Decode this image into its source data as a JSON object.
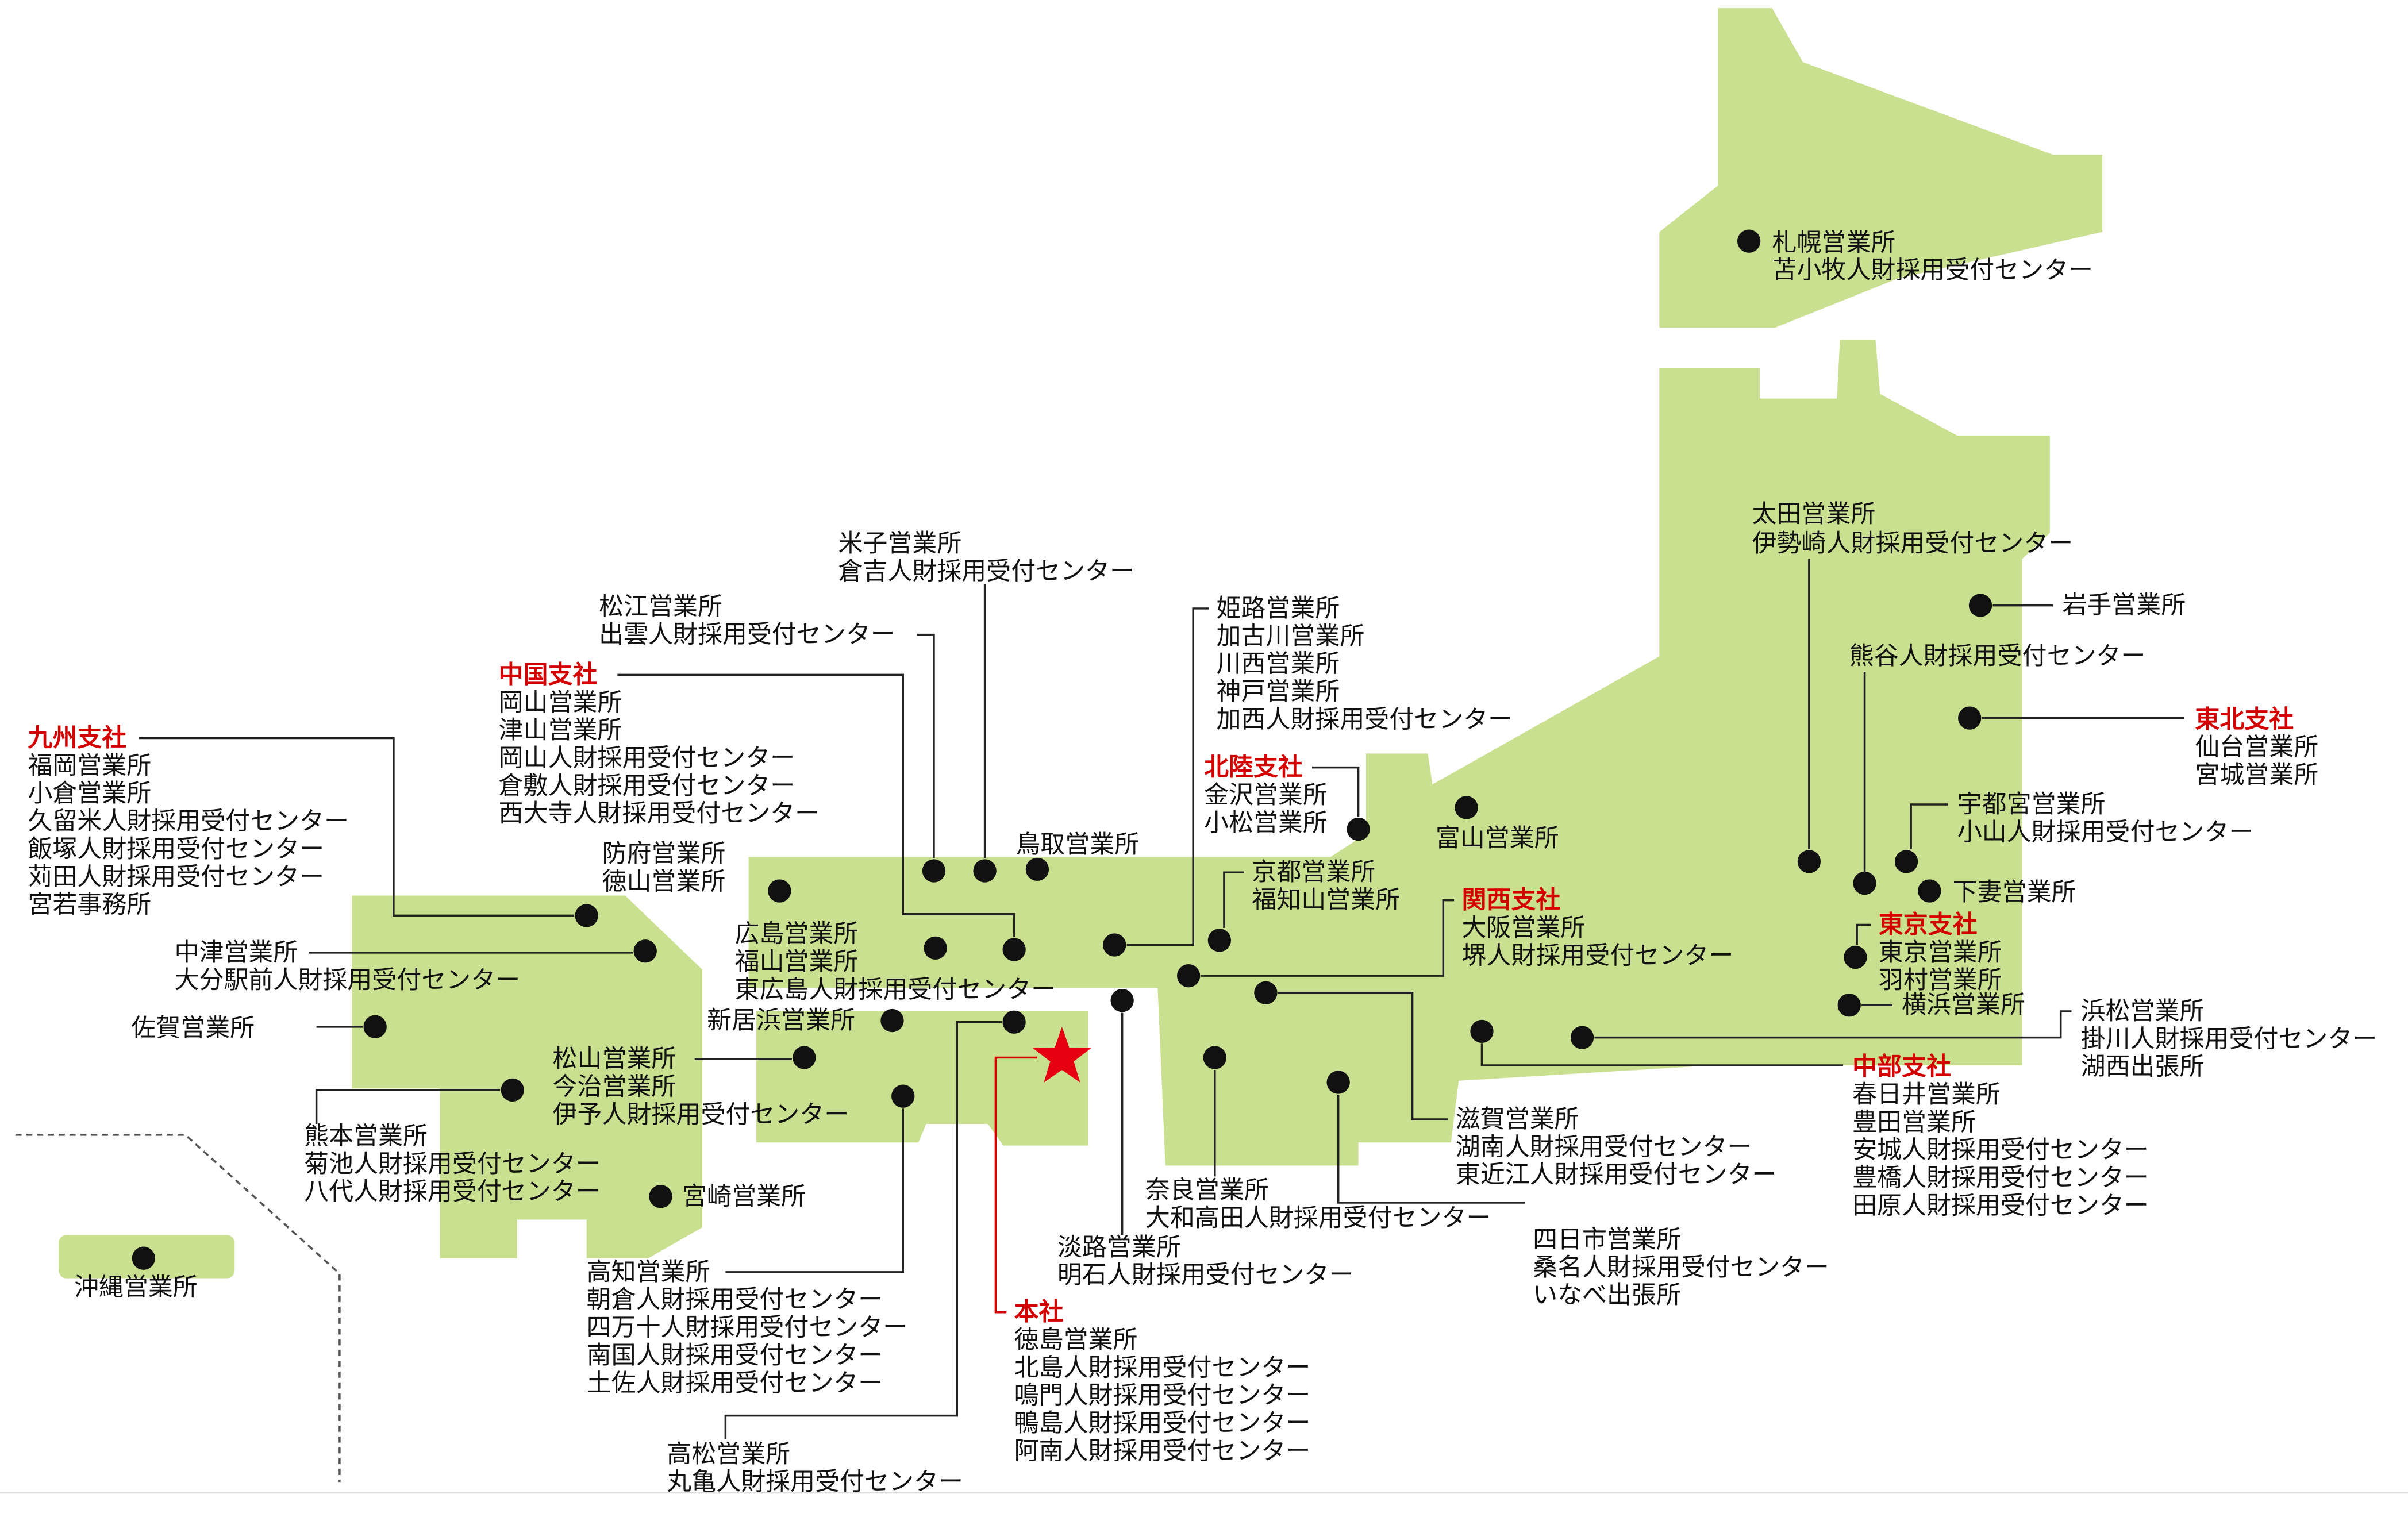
{
  "colors": {
    "land": "#c8e090",
    "marker": "#111111",
    "leader_line": "#222222",
    "text": "#111111",
    "branch_label": "#d40000",
    "head_office_star": "#e60012",
    "okinawa_divider": "#555555",
    "baseline": "#dddddd"
  },
  "groups": [
    {
      "offices": [
        "札幌営業所",
        "苫小牧人財採用受付センター"
      ]
    },
    {
      "offices": [
        "太田営業所",
        "伊勢崎人財採用受付センター"
      ]
    },
    {
      "offices": [
        "岩手営業所"
      ]
    },
    {
      "offices": [
        "熊谷人財採用受付センター"
      ]
    },
    {
      "branch": "東北支社",
      "offices": [
        "仙台営業所",
        "宮城営業所"
      ]
    },
    {
      "offices": [
        "宇都宮営業所",
        "小山人財採用受付センター"
      ]
    },
    {
      "offices": [
        "下妻営業所"
      ]
    },
    {
      "branch": "東京支社",
      "offices": [
        "東京営業所",
        "羽村営業所"
      ]
    },
    {
      "offices": [
        "横浜営業所"
      ]
    },
    {
      "offices": [
        "浜松営業所",
        "掛川人財採用受付センター",
        "湖西出張所"
      ]
    },
    {
      "branch": "中部支社",
      "offices": [
        "春日井営業所",
        "豊田営業所",
        "安城人財採用受付センター",
        "豊橋人財採用受付センター",
        "田原人財採用受付センター"
      ]
    },
    {
      "offices": [
        "富山営業所"
      ]
    },
    {
      "branch": "北陸支社",
      "offices": [
        "金沢営業所",
        "小松営業所"
      ]
    },
    {
      "offices": [
        "姫路営業所",
        "加古川営業所",
        "川西営業所",
        "神戸営業所",
        "加西人財採用受付センター"
      ]
    },
    {
      "offices": [
        "米子営業所",
        "倉吉人財採用受付センター"
      ]
    },
    {
      "offices": [
        "松江営業所",
        "出雲人財採用受付センター"
      ]
    },
    {
      "branch": "中国支社",
      "offices": [
        "岡山営業所",
        "津山営業所",
        "岡山人財採用受付センター",
        "倉敷人財採用受付センター",
        "西大寺人財採用受付センター"
      ]
    },
    {
      "branch": "九州支社",
      "offices": [
        "福岡営業所",
        "小倉営業所",
        "久留米人財採用受付センター",
        "飯塚人財採用受付センター",
        "苅田人財採用受付センター",
        "宮若事務所"
      ]
    },
    {
      "offices": [
        "中津営業所",
        "大分駅前人財採用受付センター"
      ]
    },
    {
      "offices": [
        "佐賀営業所"
      ]
    },
    {
      "offices": [
        "防府営業所",
        "徳山営業所"
      ]
    },
    {
      "offices": [
        "鳥取営業所"
      ]
    },
    {
      "offices": [
        "広島営業所",
        "福山営業所",
        "東広島人財採用受付センター"
      ]
    },
    {
      "offices": [
        "京都営業所",
        "福知山営業所"
      ]
    },
    {
      "branch": "関西支社",
      "offices": [
        "大阪営業所",
        "堺人財採用受付センター"
      ]
    },
    {
      "offices": [
        "滋賀営業所",
        "湖南人財採用受付センター",
        "東近江人財採用受付センター"
      ]
    },
    {
      "offices": [
        "奈良営業所",
        "大和高田人財採用受付センター"
      ]
    },
    {
      "offices": [
        "四日市営業所",
        "桑名人財採用受付センター",
        "いなべ出張所"
      ]
    },
    {
      "offices": [
        "淡路営業所",
        "明石人財採用受付センター"
      ]
    },
    {
      "branch": "本社",
      "offices": [
        "徳島営業所",
        "北島人財採用受付センター",
        "鳴門人財採用受付センター",
        "鴨島人財採用受付センター",
        "阿南人財採用受付センター"
      ]
    },
    {
      "offices": [
        "高松営業所",
        "丸亀人財採用受付センター"
      ]
    },
    {
      "offices": [
        "新居浜営業所"
      ]
    },
    {
      "offices": [
        "松山営業所",
        "今治営業所",
        "伊予人財採用受付センター"
      ]
    },
    {
      "offices": [
        "高知営業所",
        "朝倉人財採用受付センター",
        "四万十人財採用受付センター",
        "南国人財採用受付センター",
        "土佐人財採用受付センター"
      ]
    },
    {
      "offices": [
        "熊本営業所",
        "菊池人財採用受付センター",
        "八代人財採用受付センター"
      ]
    },
    {
      "offices": [
        "宮崎営業所"
      ]
    },
    {
      "offices": [
        "沖縄営業所"
      ]
    }
  ]
}
